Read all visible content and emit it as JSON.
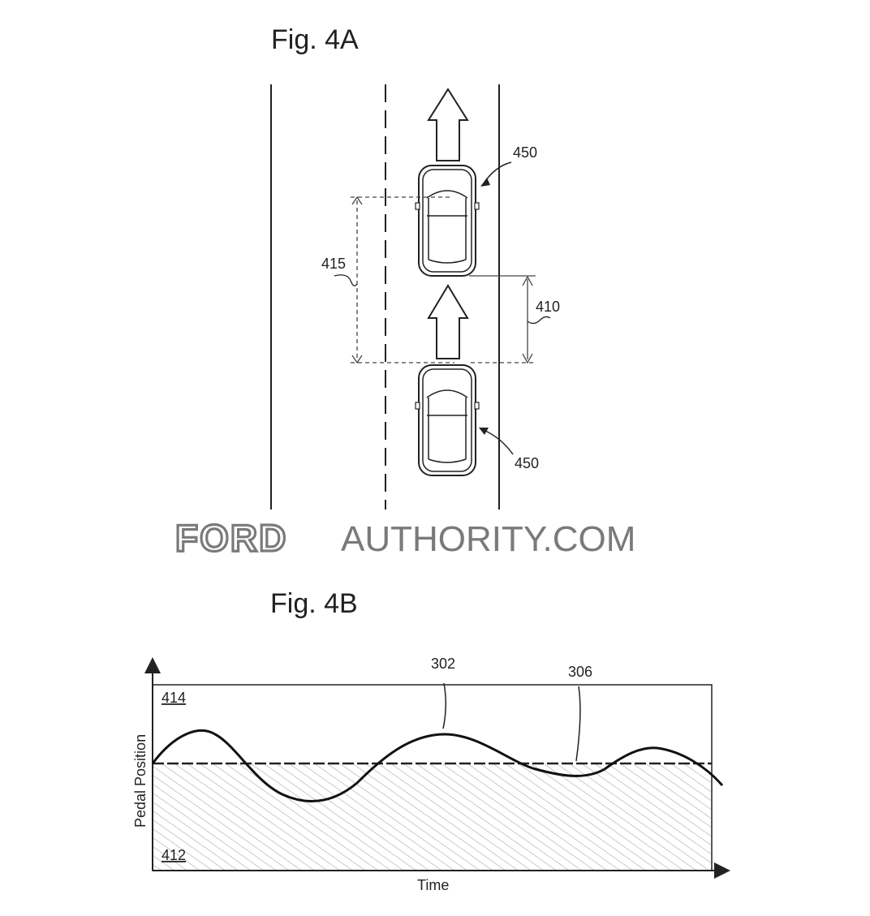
{
  "fig4a": {
    "title": "Fig. 4A",
    "labels": {
      "vehicle_top": "450",
      "vehicle_bottom": "450",
      "gap": "410",
      "span": "415"
    }
  },
  "watermark": {
    "brand": "FORD",
    "site": "AUTHORITY.COM"
  },
  "fig4b": {
    "title": "Fig. 4B",
    "xlabel": "Time",
    "ylabel": "Pedal Position",
    "region_upper": "414",
    "region_lower": "412",
    "curve_label": "302",
    "threshold_label": "306"
  },
  "colors": {
    "line": "#222222",
    "hatch": "#9a9a9a",
    "watermark": "#7a7a7a"
  }
}
